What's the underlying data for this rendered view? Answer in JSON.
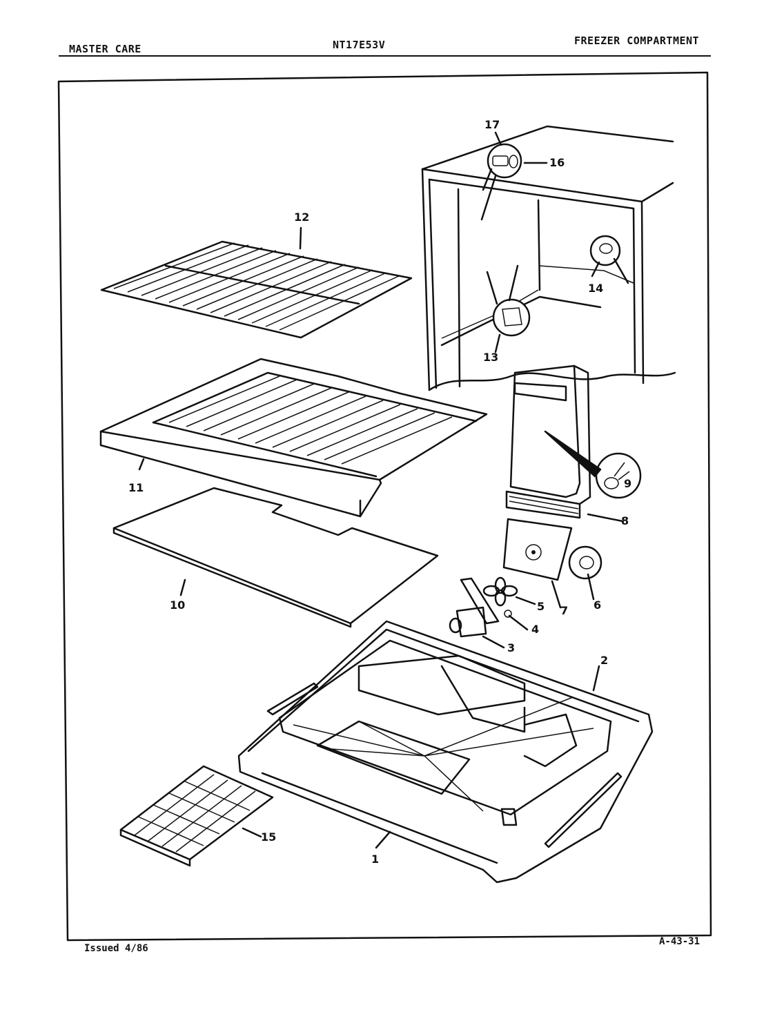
{
  "header": {
    "left": "MASTER CARE",
    "model": "NT17E53V",
    "section": "FREEZER COMPARTMENT"
  },
  "footer": {
    "issued": "Issued 4/86",
    "code": "A-43-31"
  },
  "callouts": {
    "c1": "1",
    "c2": "2",
    "c3": "3",
    "c4": "4",
    "c5": "5",
    "c6": "6",
    "c7": "7",
    "c8": "8",
    "c9": "9",
    "c10": "10",
    "c11": "11",
    "c12": "12",
    "c13": "13",
    "c14": "14",
    "c15": "15",
    "c16": "16",
    "c17": "17"
  }
}
